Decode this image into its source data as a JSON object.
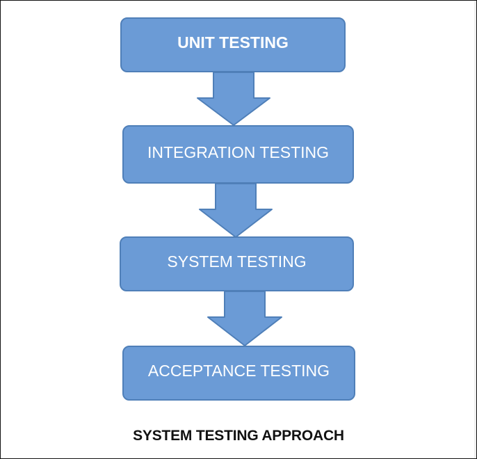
{
  "diagram": {
    "stages": [
      {
        "id": "unit",
        "label": "UNIT TESTING"
      },
      {
        "id": "integration",
        "label": "INTEGRATION TESTING"
      },
      {
        "id": "system",
        "label": "SYSTEM TESTING"
      },
      {
        "id": "acceptance",
        "label": "ACCEPTANCE TESTING"
      }
    ],
    "caption": "SYSTEM TESTING APPROACH"
  },
  "colors": {
    "box_fill": "#6b9bd6",
    "box_border": "#4f7fb8",
    "box_text": "#ffffff",
    "caption_text": "#111111",
    "frame_border": "#111111"
  },
  "icons": {
    "connector": "down-arrow-icon"
  }
}
